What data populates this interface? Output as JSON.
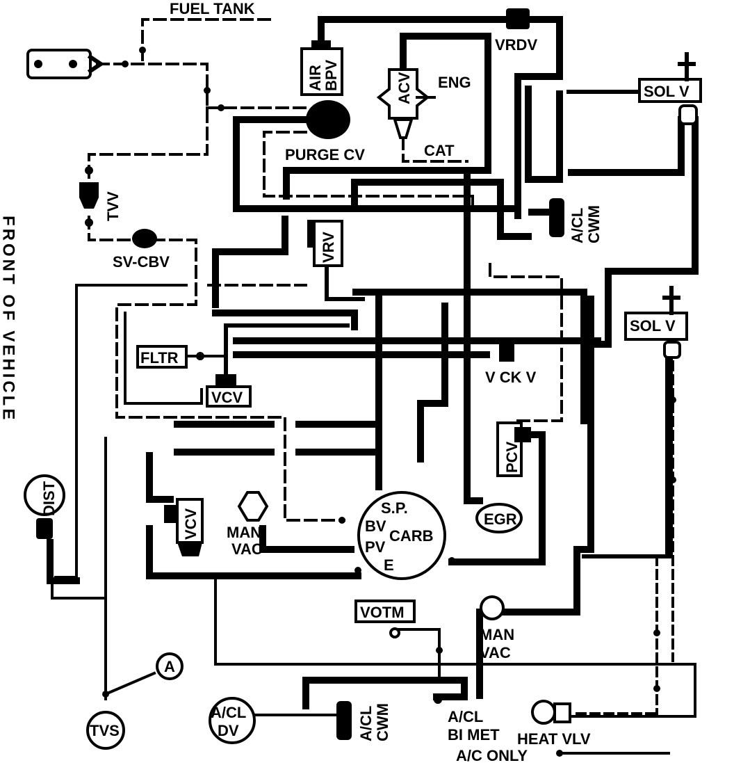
{
  "labels": {
    "fuel_tank": "FUEL TANK",
    "air_bpv_1": "AIR",
    "air_bpv_2": "BPV",
    "acv": "ACV",
    "eng": "ENG",
    "vrdv": "VRDV",
    "sol_v_top": "SOL V",
    "sol_v_right": "SOL V",
    "purge_cv": "PURGE CV",
    "cat": "CAT",
    "tvv": "TVV",
    "sv_cbv": "SV-CBV",
    "vrv": "VRV",
    "acl_cwm_top_1": "A/CL",
    "acl_cwm_top_2": "CWM",
    "fltr": "FLTR",
    "vcv_top": "VCV",
    "vck_v": "V CK V",
    "pcv": "PCV",
    "dist": "DIST",
    "vcv_left": "VCV",
    "man_vac_left_1": "MAN",
    "man_vac_left_2": "VAC",
    "sp": "S.P.",
    "bv": "BV",
    "pv": "PV",
    "carb": "CARB",
    "e": "E",
    "egr": "EGR",
    "votm": "VOTM",
    "man_vac_right_1": "MAN",
    "man_vac_right_2": "VAC",
    "a_circle": "A",
    "tvs": "TVS",
    "acl_dv_1": "A/CL",
    "acl_dv_2": "DV",
    "acl_cwm_bottom_1": "A/CL",
    "acl_cwm_bottom_2": "CWM",
    "acl_bimet_1": "A/CL",
    "acl_bimet_2": "BI MET",
    "heat_vlv": "HEAT VLV",
    "ac_only": "A/C ONLY",
    "front_of_vehicle": "FRONT OF VEHICLE"
  }
}
